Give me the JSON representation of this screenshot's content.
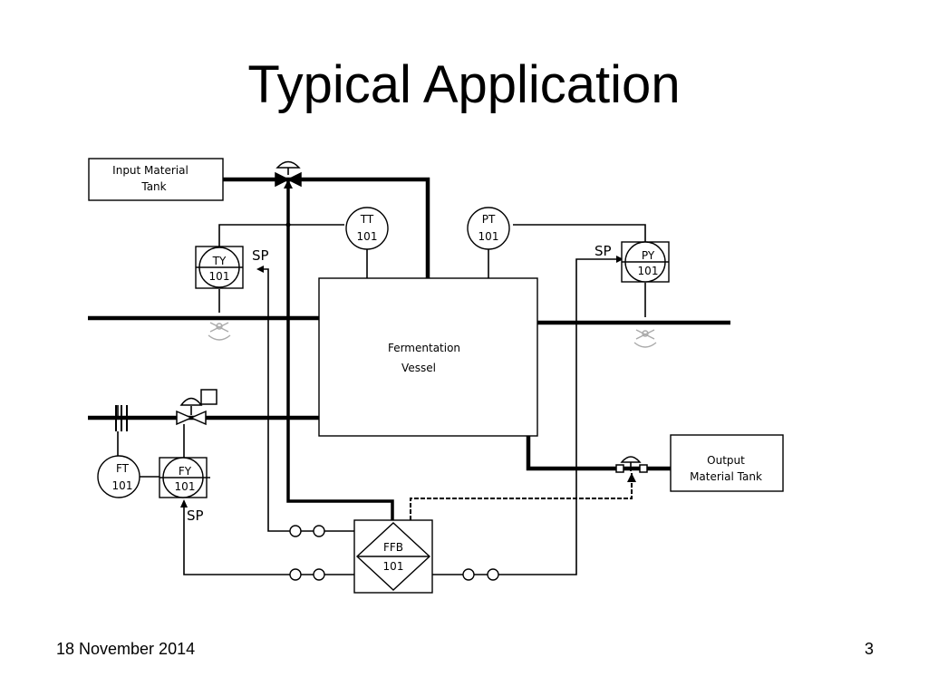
{
  "slide": {
    "title": "Typical Application",
    "date": "18 November 2014",
    "page_number": "3"
  },
  "diagram": {
    "boxes": {
      "input_tank": [
        "Input Material",
        "Tank"
      ],
      "fermentation_vessel": [
        "Fermentation",
        "Vessel"
      ],
      "output_tank": [
        "Output",
        "Material Tank"
      ]
    },
    "instruments": {
      "tt": {
        "tag": "TT",
        "num": "101"
      },
      "pt": {
        "tag": "PT",
        "num": "101"
      },
      "ft": {
        "tag": "FT",
        "num": "101"
      },
      "ty": {
        "tag": "TY",
        "num": "101"
      },
      "py": {
        "tag": "PY",
        "num": "101"
      },
      "fy": {
        "tag": "FY",
        "num": "101"
      },
      "ffb": {
        "tag": "FFB",
        "num": "101"
      }
    },
    "setpoint_label": "SP"
  }
}
